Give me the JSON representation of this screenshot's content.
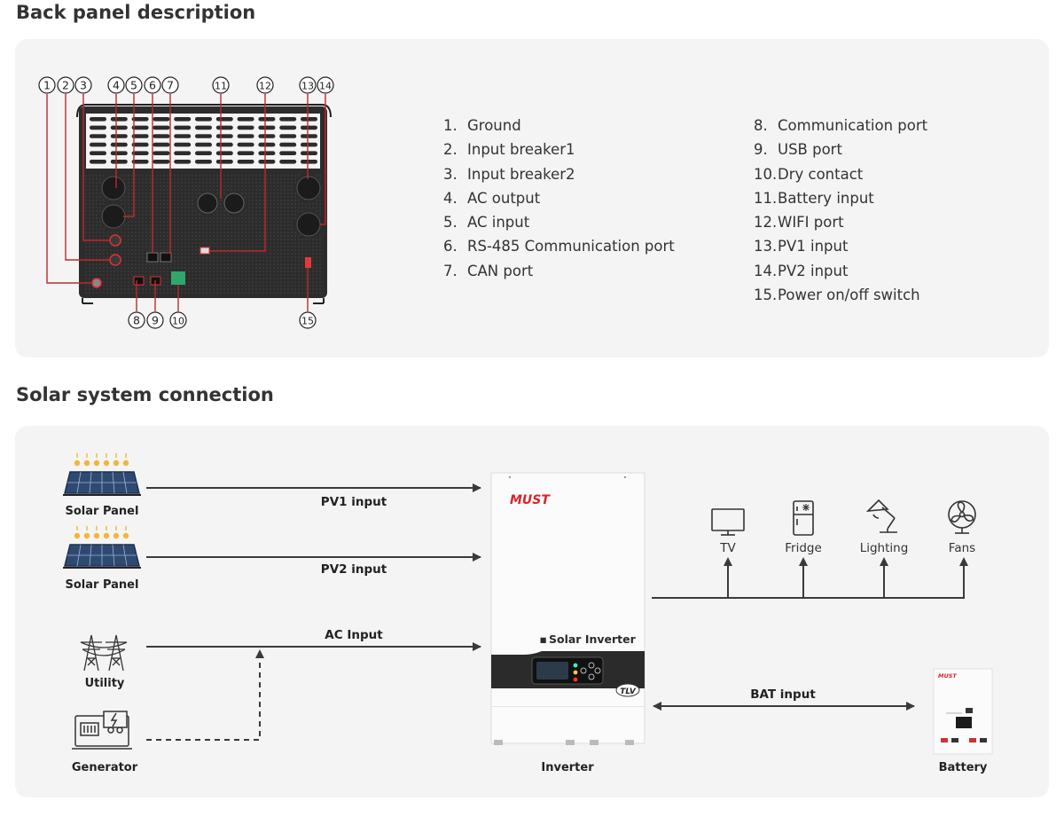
{
  "back_panel": {
    "title": "Back panel description",
    "callout_numbers": [
      "1",
      "2",
      "3",
      "4",
      "5",
      "6",
      "7",
      "8",
      "9",
      "10",
      "11",
      "12",
      "13",
      "14",
      "15"
    ],
    "legend_left": [
      {
        "num": "1.",
        "label": "Ground"
      },
      {
        "num": "2.",
        "label": "Input breaker1"
      },
      {
        "num": "3.",
        "label": "Input breaker2"
      },
      {
        "num": "4.",
        "label": "AC output"
      },
      {
        "num": "5.",
        "label": "AC input"
      },
      {
        "num": "6.",
        "label": "RS-485 Communication port"
      },
      {
        "num": "7.",
        "label": "CAN port"
      }
    ],
    "legend_right": [
      {
        "num": "8.",
        "label": "Communication port"
      },
      {
        "num": "9.",
        "label": "USB port"
      },
      {
        "num": "10.",
        "label": "Dry contact"
      },
      {
        "num": "11.",
        "label": "Battery input"
      },
      {
        "num": "12.",
        "label": "WIFI port"
      },
      {
        "num": "13.",
        "label": "PV1 input"
      },
      {
        "num": "14.",
        "label": "PV2 input"
      },
      {
        "num": "15.",
        "label": "Power on/off switch"
      }
    ]
  },
  "solar": {
    "title": "Solar system connection",
    "sources": {
      "solar_panel_1": "Solar Panel",
      "solar_panel_2": "Solar Panel",
      "utility": "Utility",
      "generator": "Generator"
    },
    "links": {
      "pv1": "PV1 input",
      "pv2": "PV2 input",
      "ac": "AC Input",
      "bat": "BAT input"
    },
    "inverter": {
      "label": "Inverter",
      "brand": "MUST",
      "product": "Solar Inverter",
      "badge": "TLV"
    },
    "battery": {
      "label": "Battery",
      "brand": "MUST"
    },
    "loads": [
      "TV",
      "Fridge",
      "Lighting",
      "Fans"
    ],
    "colors": {
      "line": "#3a3a3a",
      "brand_red": "#d6262b",
      "accent_orange": "#f3b53b",
      "panel_blue": "#2f4a72",
      "callout_red": "#c0282b"
    }
  }
}
